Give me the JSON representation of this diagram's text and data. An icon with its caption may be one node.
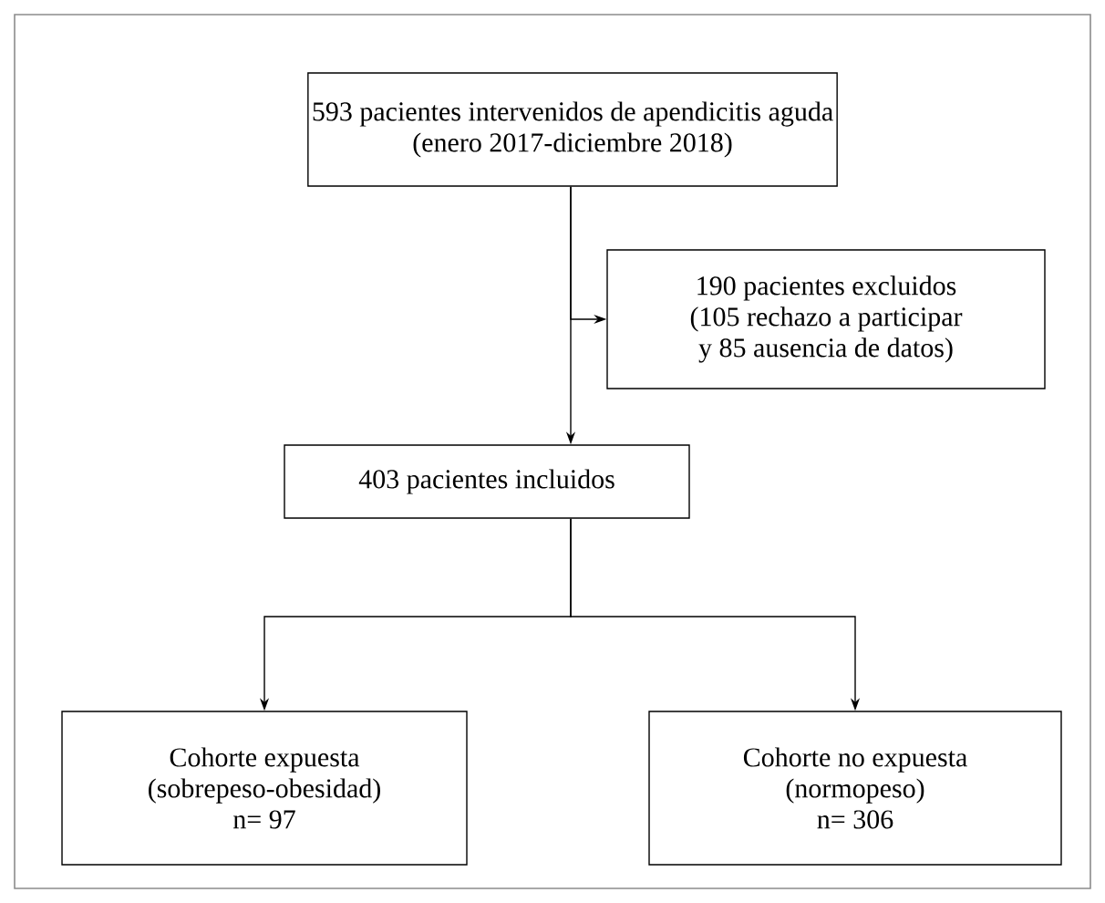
{
  "diagram": {
    "nodes": [
      {
        "text": [
          "593 pacientes intervenidos de apendicitis aguda",
          "(enero 2017-diciembre 2018)"
        ]
      },
      {
        "text": [
          "190 pacientes excluidos",
          "(105 rechazo a participar",
          "y 85 ausencia de datos)"
        ]
      },
      {
        "text": [
          "403 pacientes incluidos"
        ]
      },
      {
        "text": [
          "Cohorte expuesta",
          "(sobrepeso-obesidad)",
          "n= 97"
        ]
      },
      {
        "text": [
          "Cohorte no expuesta",
          "(normopeso)",
          "n= 306"
        ]
      }
    ],
    "edges": [
      {
        "from": 0,
        "to": 2,
        "arrow": "to"
      },
      {
        "from": 0,
        "to": 1,
        "arrow": "to"
      },
      {
        "from": 2,
        "to": 3,
        "arrow": "to"
      },
      {
        "from": 2,
        "to": 4,
        "arrow": "to"
      }
    ]
  }
}
